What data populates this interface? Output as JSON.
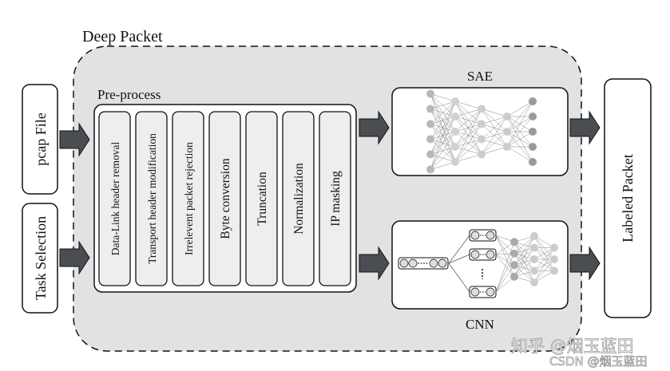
{
  "title": "Deep Packet",
  "inputs": [
    "pcap File",
    "Task Selection"
  ],
  "preprocess": {
    "label": "Pre-process",
    "steps": [
      "Data-Link header removal",
      "Transport header modification",
      "Irrelevent packet rejection",
      "Byte conversion",
      "Truncation",
      "Normalization",
      "IP masking"
    ]
  },
  "models": {
    "sae": "SAE",
    "cnn": "CNN"
  },
  "output": "Labeled Packet",
  "watermarks": [
    "知乎 @烟玉蓝田",
    "CSDN @烟玉蓝田"
  ],
  "colors": {
    "panel": "#e2e2e4",
    "arrow": "#4a4d52",
    "step_fill": "#eeeeef",
    "node": "#b8b8b8",
    "node_dark": "#9a9a9a"
  }
}
